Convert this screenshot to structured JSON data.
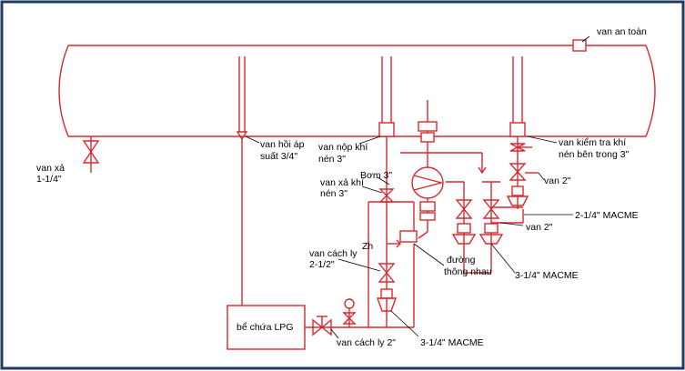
{
  "colors": {
    "line": "#d8282e",
    "border": "#1f3b63",
    "text": "#000000",
    "background": "#ffffff"
  },
  "labels": {
    "safety_valve": "van  an toàn",
    "drain_valve_1": "van xả",
    "drain_valve_2": "1-1/4\"",
    "vapor_return_1": "van hồi áp",
    "vapor_return_2": "suất 3/4\"",
    "gas_fill_1": "van nộp khí",
    "gas_fill_2": "nén 3\"",
    "pump": "Bơm 3\"",
    "gas_vent_1": "van xả khí",
    "gas_vent_2": "nén 3\"",
    "check_valve_1": "van kiểm tra khí",
    "check_valve_2": "nén bên trong 3\"",
    "valve_2_top": "van  2\"",
    "valve_2_mid": "van  2\"",
    "macme_right": "2-1/4\" MACME",
    "macme_mid": "3-1/4\" MACME",
    "macme_bottom": "3-1/4\" MACME",
    "isolation_valve_1": "van cách ly",
    "isolation_valve_2": "2-1/2\"",
    "isolation_valve_bottom": "van cách ly 2\"",
    "bypass_1": "đường",
    "bypass_2": "thông nhau",
    "lpg_tank": "bể chứa LPG",
    "zh": "Zh"
  }
}
